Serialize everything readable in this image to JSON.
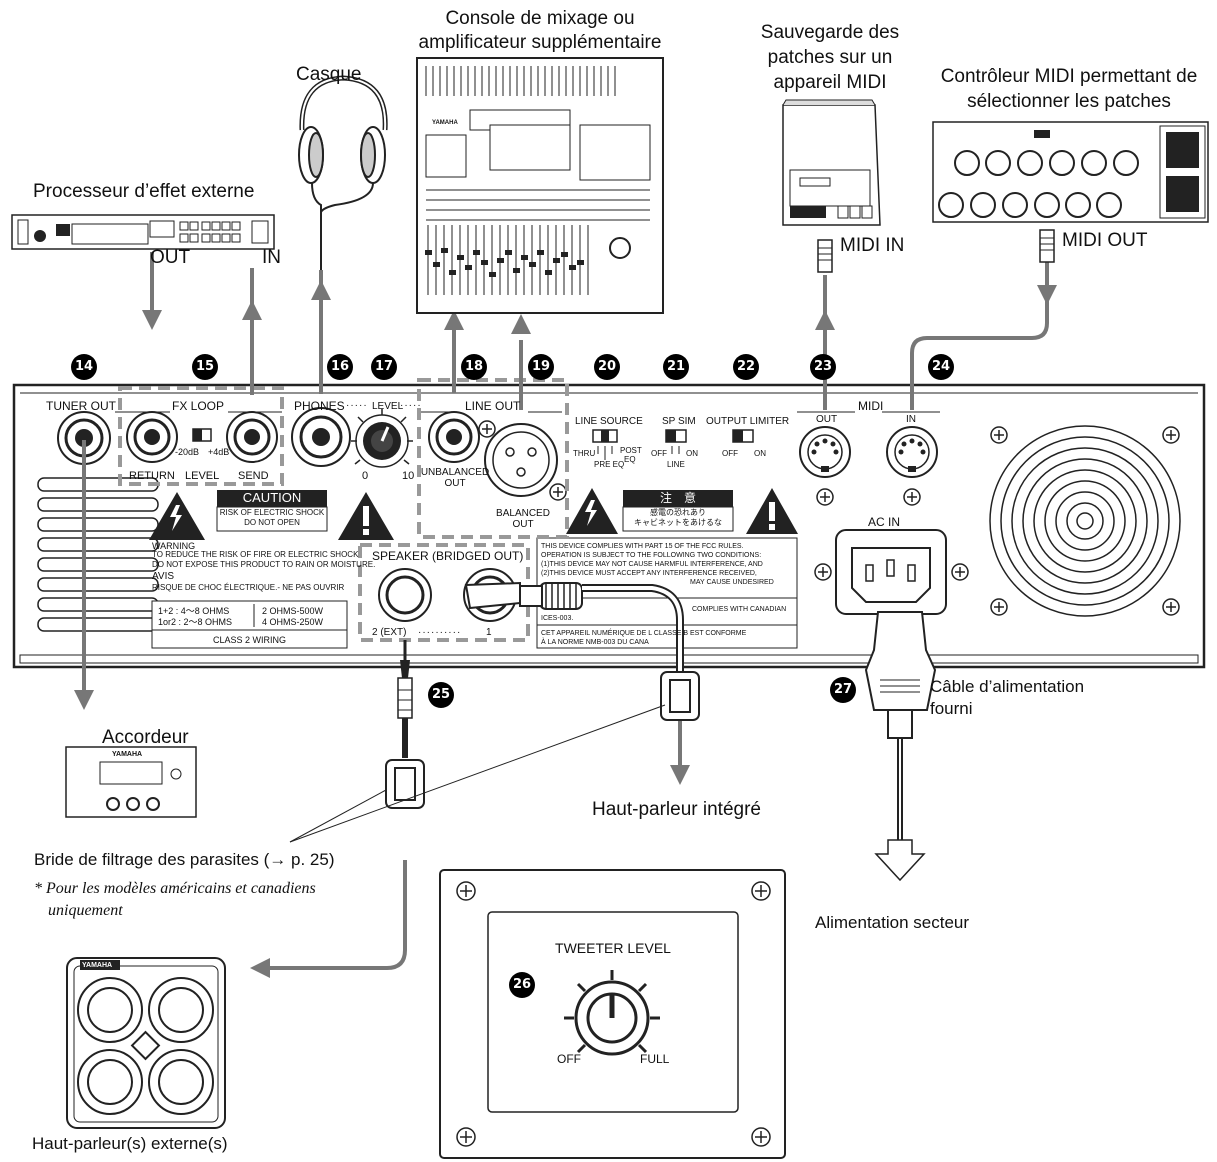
{
  "devices": {
    "fx_processor": "Processeur d’effet externe",
    "headphones": "Casque",
    "mixer_line1": "Console de mixage ou",
    "mixer_line2": "amplificateur supplémentaire",
    "midi_storage_line1": "Sauvegarde des",
    "midi_storage_line2": "patches sur un",
    "midi_storage_line3": "appareil MIDI",
    "midi_controller_line1": "Contrôleur MIDI permettant de",
    "midi_controller_line2": "sélectionner les patches",
    "tuner": "Accordeur",
    "internal_speaker": "Haut-parleur intégré",
    "noise_filter": "Bride de filtrage des parasites (→ p. 25)",
    "noise_filter_note_line1": "* Pour les modèles américains et canadiens",
    "noise_filter_note_line2": "uniquement",
    "external_speakers": "Haut-parleur(s) externe(s)",
    "power_cable_line1": "Câble d’alimentation",
    "power_cable_line2": "fourni",
    "mains": "Alimentation secteur"
  },
  "connector_labels": {
    "fx_out": "OUT",
    "fx_in": "IN",
    "midi_in": "MIDI IN",
    "midi_out": "MIDI OUT"
  },
  "callouts": [
    "14",
    "15",
    "16",
    "17",
    "18",
    "19",
    "20",
    "21",
    "22",
    "23",
    "24",
    "25",
    "26",
    "27"
  ],
  "panel": {
    "tuner_out": "TUNER OUT",
    "fx_loop": "FX LOOP",
    "return": "RETURN",
    "level": "LEVEL",
    "send": "SEND",
    "minus20": "-20dB",
    "plus4": "+4dB",
    "phones": "PHONES",
    "level_dots": "LEVEL",
    "knob_min": "0",
    "knob_max": "10",
    "line_out": "LINE OUT",
    "unbalanced_line1": "UNBALANCED",
    "unbalanced_line2": "OUT",
    "balanced_line1": "BALANCED",
    "balanced_line2": "OUT",
    "line_source": "LINE SOURCE",
    "thru": "THRU",
    "pre_eq": "PRE EQ",
    "post_eq_line1": "POST",
    "post_eq_line2": "EQ",
    "sp_sim": "SP SIM",
    "off": "OFF",
    "on": "ON",
    "line": "LINE",
    "output_limiter": "OUTPUT LIMITER",
    "midi": "MIDI",
    "midi_out": "OUT",
    "midi_in": "IN",
    "ac_in": "AC IN",
    "caution": "CAUTION",
    "caution_line1": "RISK OF ELECTRIC SHOCK",
    "caution_line2": "DO NOT OPEN",
    "jp_title": "注　意",
    "jp_line1": "感電の恐れあり",
    "jp_line2": "キャビネットをあけるな",
    "warning": "WARNING",
    "warning_line1": "TO REDUCE THE RISK OF FIRE OR ELECTRIC SHOCK",
    "warning_line2": "DO NOT EXPOSE THIS PRODUCT TO RAIN OR MOISTURE.",
    "avis": "AVIS",
    "avis_line": "RISQUE DE CHOC ÉLECTRIQUE.- NE PAS OUVRIR",
    "ohms_a": "1+2 : 4～8 OHMS",
    "ohms_b": "1or2 : 2～8 OHMS",
    "ohms_c": "2 OHMS-500W",
    "ohms_d": "4 OHMS-250W",
    "class2": "CLASS 2 WIRING",
    "speaker_bridged": "SPEAKER (BRIDGED OUT)",
    "speaker_2": "2 (EXT)",
    "speaker_1": "1",
    "fcc1": "THIS DEVICE COMPLIES WITH PART 15 OF THE FCC RULES.",
    "fcc2": "OPERATION IS SUBJECT TO THE FOLLOWING TWO CONDITIONS:",
    "fcc3": "(1)THIS DEVICE MAY NOT CAUSE HARMFUL INTERFERENCE, AND",
    "fcc4": "(2)THIS DEVICE MUST ACCEPT ANY INTERFERENCE RECEIVED,",
    "fcc5": "MAY CAUSE UNDESIRED",
    "ices1": "COMPLIES WITH CANADIAN",
    "ices2": "ICES-003.",
    "ices3": "CET APPAREIL NUMÉRIQUE DE L      CLASSE B EST CONFORME",
    "ices4": "À LA NORME NMB-003 DU CANA"
  },
  "tweeter": {
    "title": "TWEETER LEVEL",
    "off": "OFF",
    "full": "FULL"
  },
  "brand": "YAMAHA"
}
